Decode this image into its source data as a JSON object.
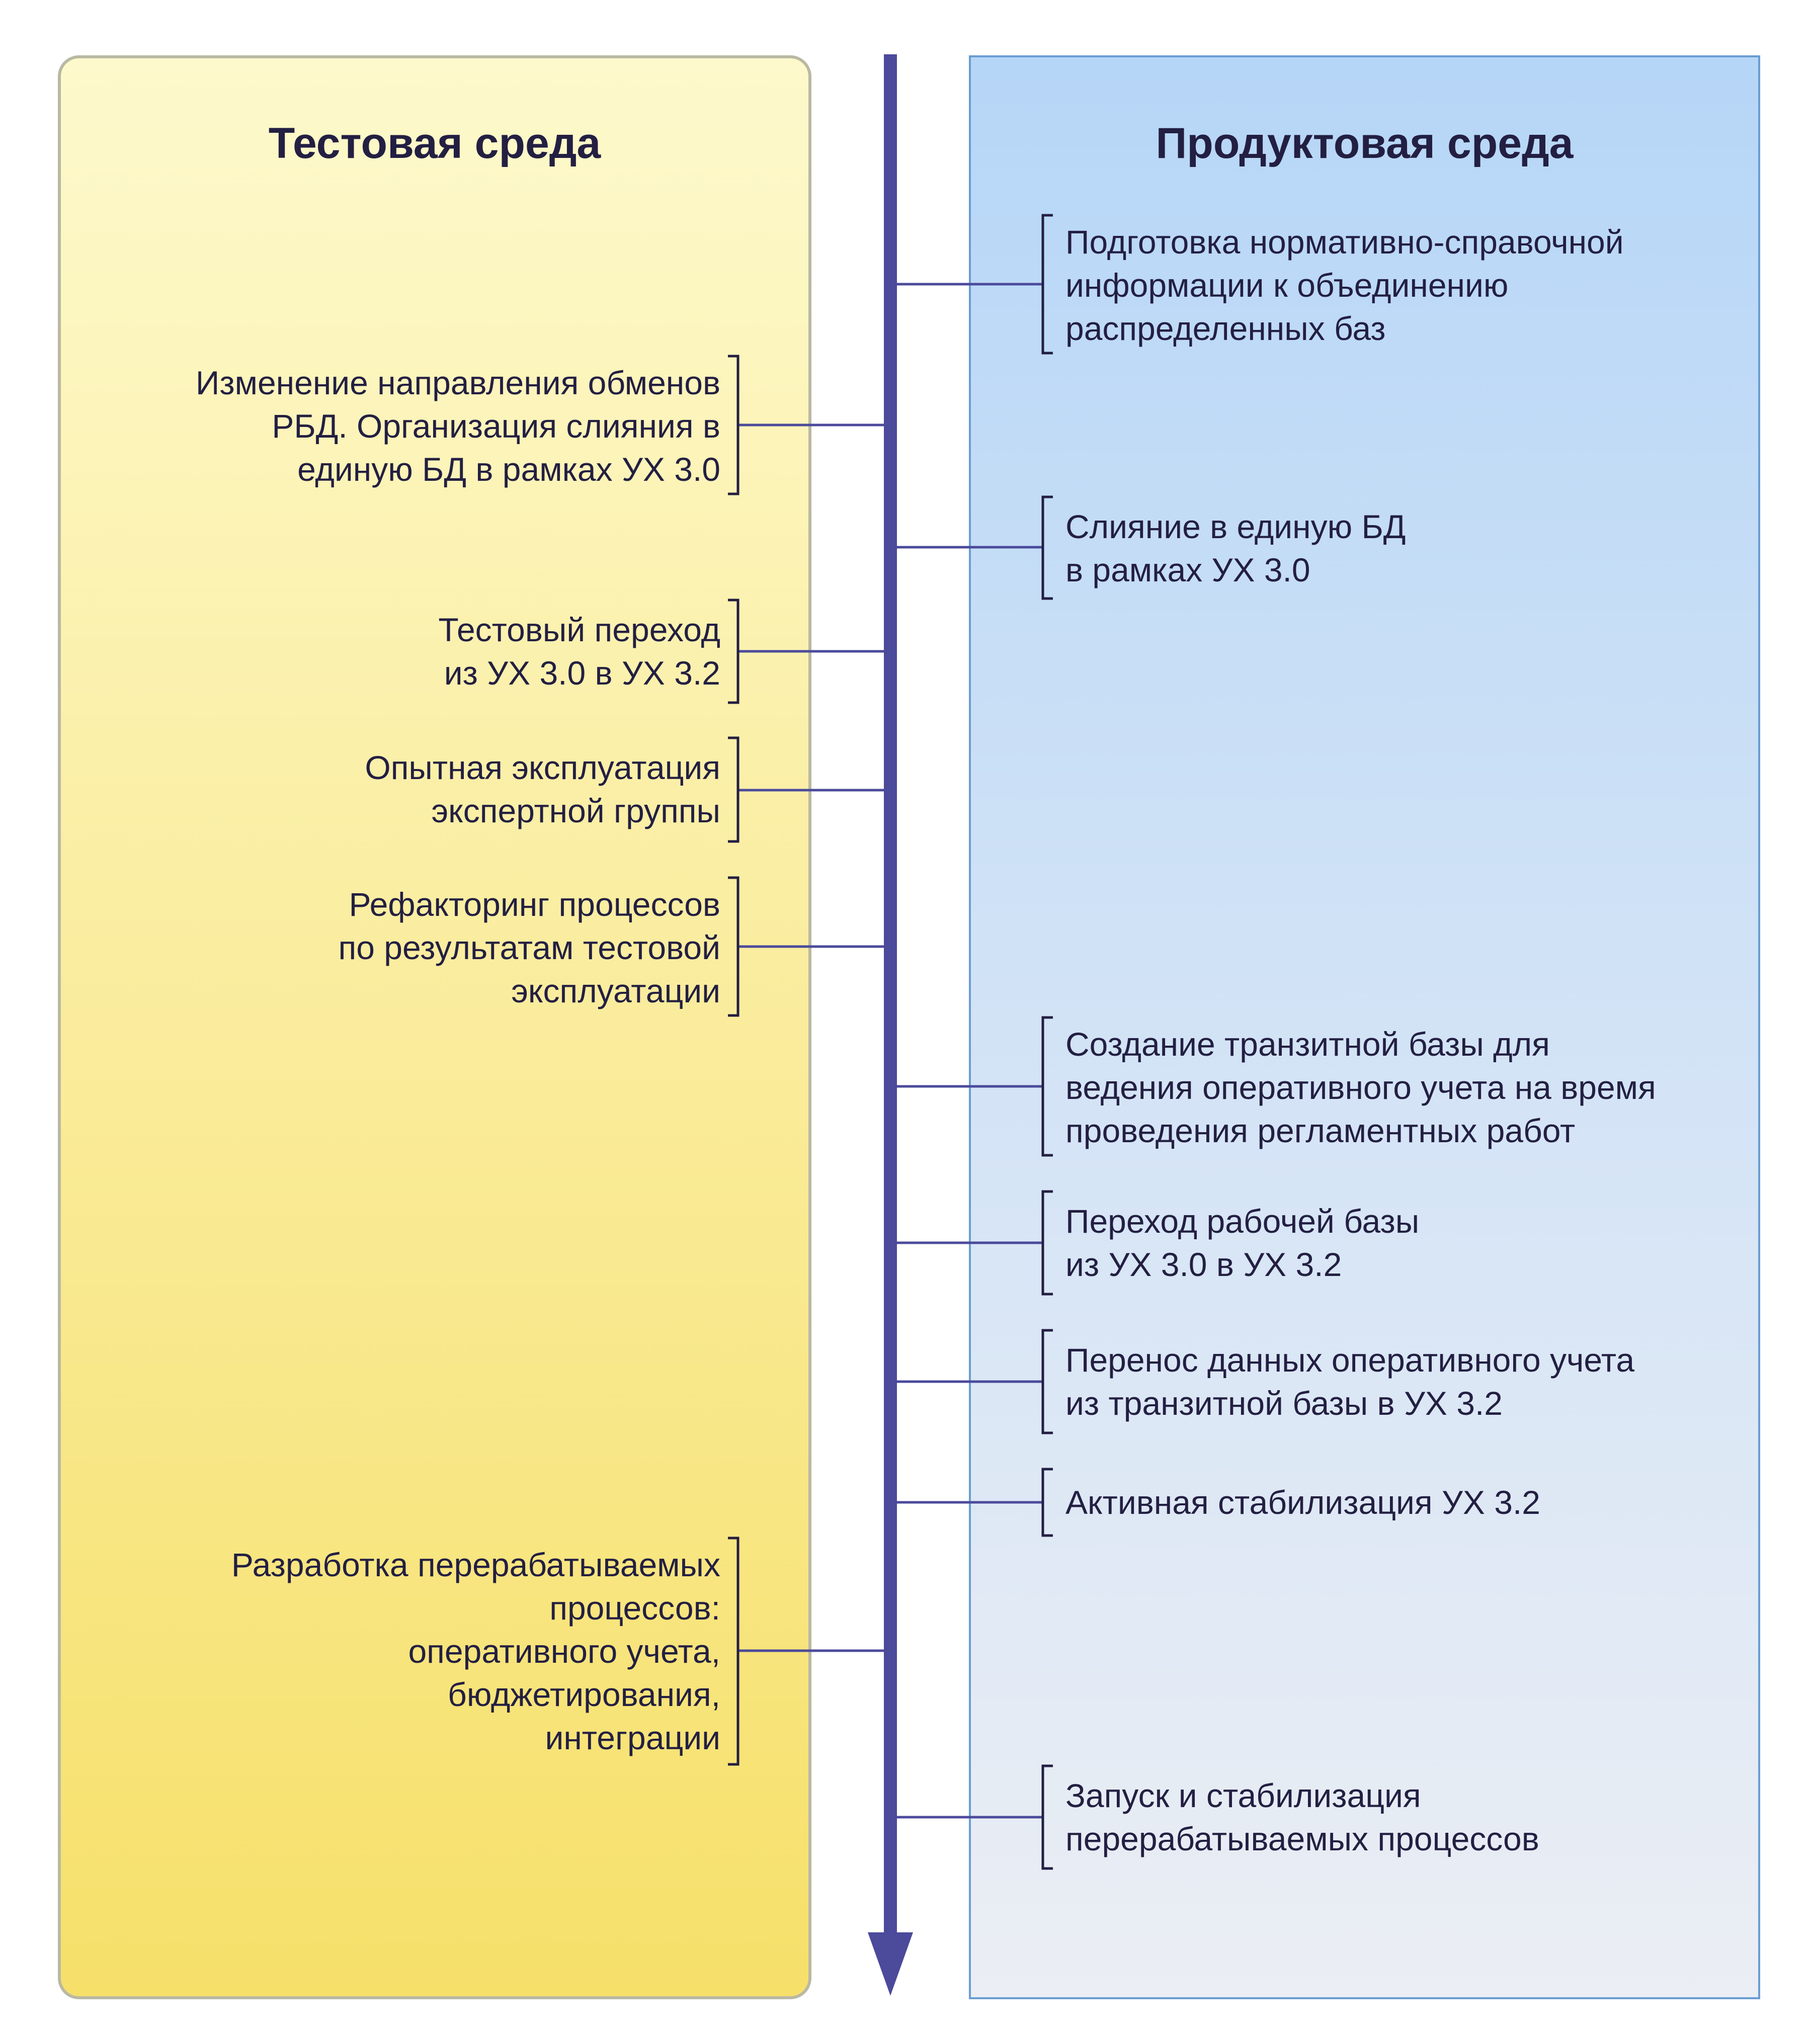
{
  "colors": {
    "axis": "#4b4a9b",
    "text": "#231f42"
  },
  "test_env": {
    "title": "Тестовая среда",
    "items": [
      {
        "lines": [
          "Изменение направления обменов",
          "РБД. Организация слияния в",
          "единую БД в рамках УХ 3.0"
        ]
      },
      {
        "lines": [
          "Тестовый переход",
          "из УХ 3.0 в УХ 3.2"
        ]
      },
      {
        "lines": [
          "Опытная эксплуатация",
          "экспертной группы"
        ]
      },
      {
        "lines": [
          "Рефакторинг процессов",
          "по результатам тестовой",
          "эксплуатации"
        ]
      },
      {
        "lines": [
          "Разработка перерабатываемых",
          "процессов:",
          "оперативного учета,",
          "бюджетирования,",
          "интеграции"
        ]
      }
    ]
  },
  "prod_env": {
    "title": "Продуктовая среда",
    "items": [
      {
        "lines": [
          "Подготовка нормативно-справочной",
          "информации к объединению",
          "распределенных баз"
        ]
      },
      {
        "lines": [
          "Слияние в единую БД",
          "в рамках УХ 3.0"
        ]
      },
      {
        "lines": [
          "Создание транзитной базы для",
          "ведения оперативного учета на время",
          "проведения регламентных работ"
        ]
      },
      {
        "lines": [
          "Переход рабочей базы",
          "из УХ 3.0 в УХ 3.2"
        ]
      },
      {
        "lines": [
          "Перенос данных оперативного учета",
          "из транзитной базы в УХ 3.2"
        ]
      },
      {
        "lines": [
          "Активная стабилизация УХ 3.2"
        ]
      },
      {
        "lines": [
          "Запуск и стабилизация",
          "перерабатываемых процессов"
        ]
      }
    ]
  }
}
